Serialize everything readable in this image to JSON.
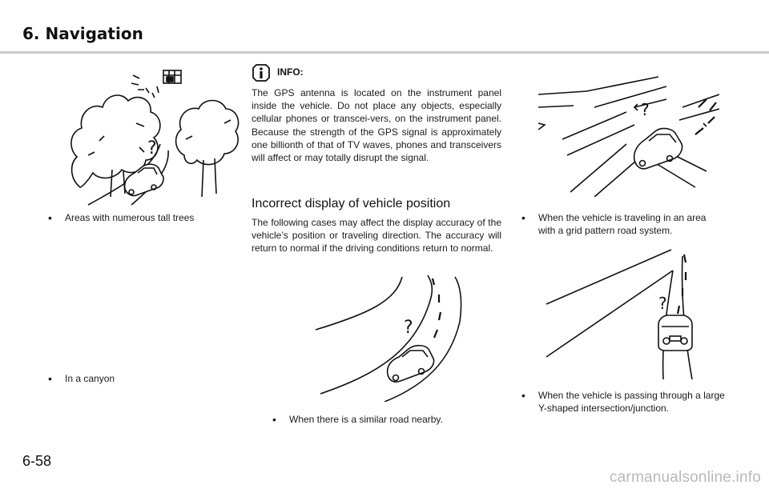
{
  "header": {
    "title": "6. Navigation"
  },
  "left_column": {
    "bullet_trees": "Areas with numerous tall trees",
    "bullet_canyon": "In a canyon"
  },
  "info_box": {
    "label": "INFO:",
    "text": "The GPS antenna is located on the instrument panel inside the vehicle. Do not place any objects, especially cellular phones or transcei-vers, on the instrument panel. Because the strength of the GPS signal is approximately one billionth of that of TV waves, phones and transceivers will affect or may totally disrupt the signal."
  },
  "section": {
    "heading": "Incorrect display of vehicle position",
    "intro": "The following cases may affect the display accuracy of the vehicle’s position or traveling direction. The accuracy will return to normal if the driving conditions return to normal.",
    "bullet_similar_road": "When there is a similar road nearby."
  },
  "right_column": {
    "bullet_grid": "When the vehicle is traveling in an area with a grid pattern road system.",
    "bullet_y_junction": "When the vehicle is passing through a large Y-shaped intersection/junction."
  },
  "footer": {
    "page_number": "6-58",
    "watermark": "carmanualsonline.info"
  }
}
